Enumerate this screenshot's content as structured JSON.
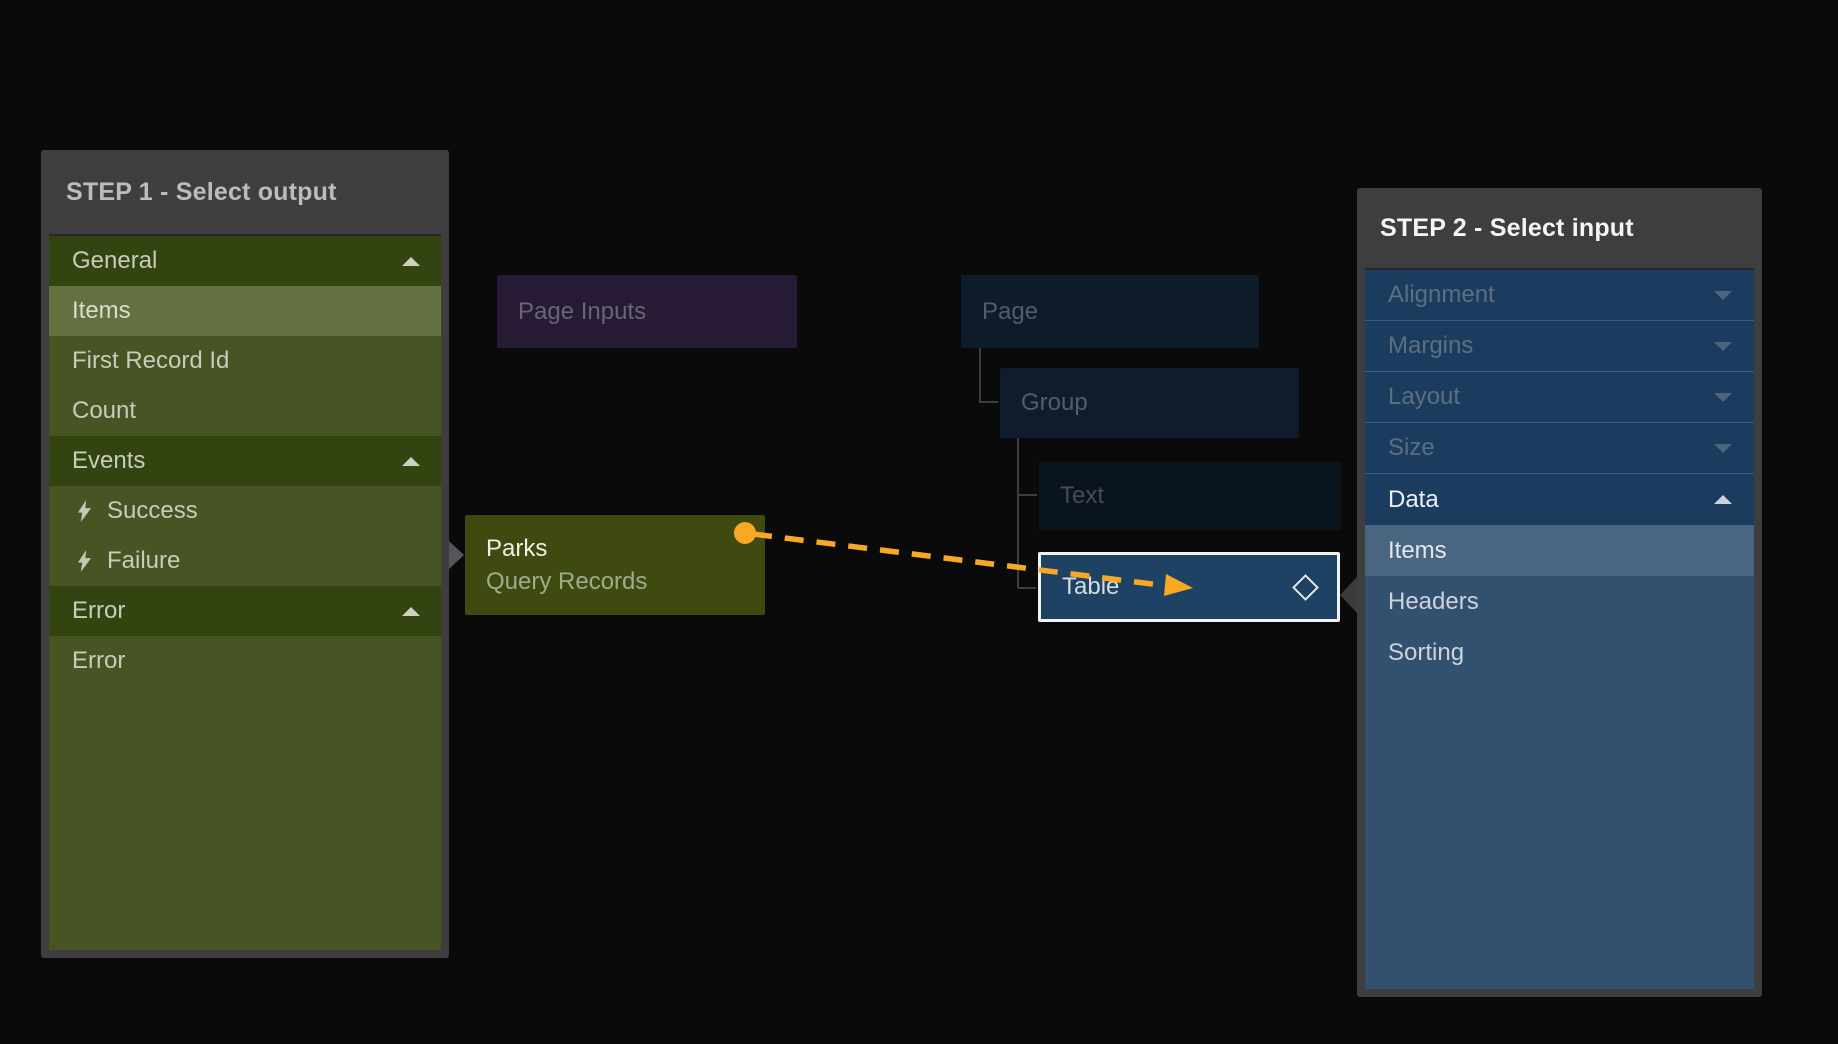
{
  "step1_panel": {
    "title": "STEP 1 - Select output",
    "rows": [
      {
        "label": "General",
        "kind": "section",
        "chevron": "up"
      },
      {
        "label": "Items",
        "kind": "item",
        "selected": true
      },
      {
        "label": "First Record Id",
        "kind": "item"
      },
      {
        "label": "Count",
        "kind": "item"
      },
      {
        "label": "Events",
        "kind": "section",
        "chevron": "up"
      },
      {
        "label": "Success",
        "kind": "event-item",
        "icon": "lightning-icon"
      },
      {
        "label": "Failure",
        "kind": "event-item",
        "icon": "lightning-icon"
      },
      {
        "label": "Error",
        "kind": "section",
        "chevron": "up"
      },
      {
        "label": "Error",
        "kind": "item"
      }
    ]
  },
  "step2_panel": {
    "title": "STEP 2 - Select input",
    "rows": [
      {
        "label": "Alignment",
        "kind": "group-collapsed",
        "chevron": "down"
      },
      {
        "label": "Margins",
        "kind": "group-collapsed",
        "chevron": "down"
      },
      {
        "label": "Layout",
        "kind": "group-collapsed",
        "chevron": "down"
      },
      {
        "label": "Size",
        "kind": "group-collapsed",
        "chevron": "down"
      },
      {
        "label": "Data",
        "kind": "group-expanded",
        "chevron": "up"
      },
      {
        "label": "Items",
        "kind": "item",
        "selected": true
      },
      {
        "label": "Headers",
        "kind": "item"
      },
      {
        "label": "Sorting",
        "kind": "item"
      }
    ]
  },
  "flow": {
    "nodes": {
      "page_inputs": {
        "label": "Page Inputs"
      },
      "page": {
        "label": "Page"
      },
      "group": {
        "label": "Group"
      },
      "text": {
        "label": "Text"
      },
      "table": {
        "label": "Table",
        "icon": "diamond-icon"
      },
      "parks": {
        "title": "Parks",
        "subtitle": "Query Records"
      }
    },
    "connection": {
      "from": "Parks",
      "to": "Table",
      "style": "dashed",
      "color": "#f9a825"
    }
  },
  "colors": {
    "accent_orange": "#f9a825",
    "panel_frame": "#3e3e40",
    "step1_row": "#475424",
    "step1_section": "#334410",
    "step1_selected": "#637040",
    "step2_group": "#1b3c5e",
    "step2_row": "#33506e",
    "step2_selected": "#4a6580",
    "table_node": "#1d4263",
    "page_inputs_node": "#261a35",
    "parks_node": "#3e4a10"
  }
}
